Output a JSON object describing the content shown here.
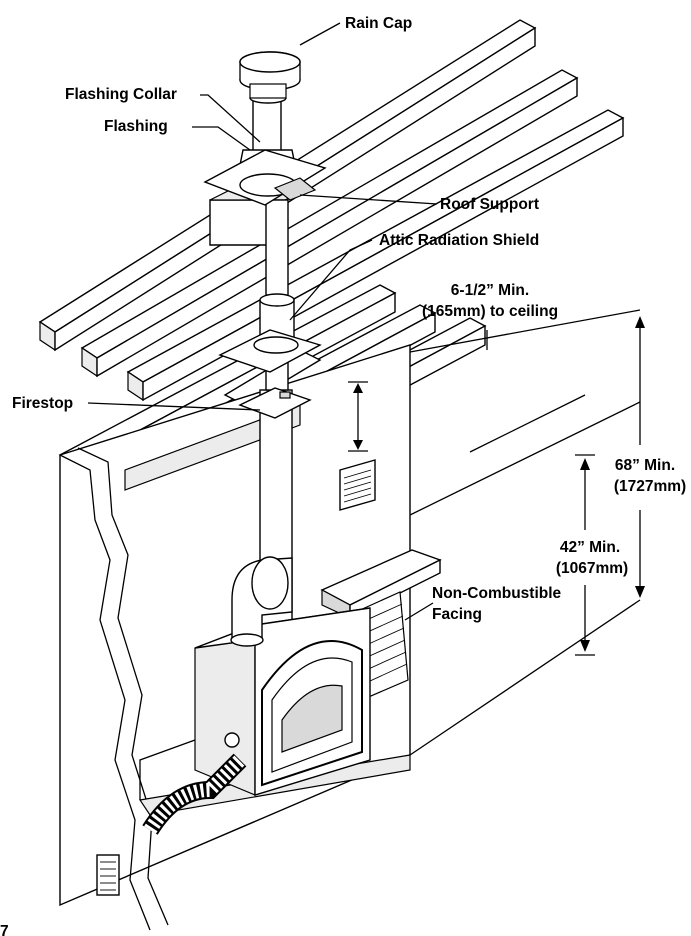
{
  "labels": {
    "rain_cap": "Rain Cap",
    "flashing_collar": "Flashing Collar",
    "flashing": "Flashing",
    "roof_support": "Roof Support",
    "attic_radiation_shield": "Attic Radiation Shield",
    "ceiling_clearance_line1": "6-1/2” Min.",
    "ceiling_clearance_line2": "(165mm) to ceiling",
    "firestop": "Firestop",
    "height_68_line1": "68” Min.",
    "height_68_line2": "(1727mm)",
    "height_42_line1": "42” Min.",
    "height_42_line2": "(1067mm)",
    "facing_line1": "Non-Combustible",
    "facing_line2": "Facing",
    "figure_fragment": "7"
  },
  "colors": {
    "line": "#000000",
    "fill_gray": "#d9d9d9",
    "fill_light": "#ececec",
    "background": "#ffffff"
  }
}
